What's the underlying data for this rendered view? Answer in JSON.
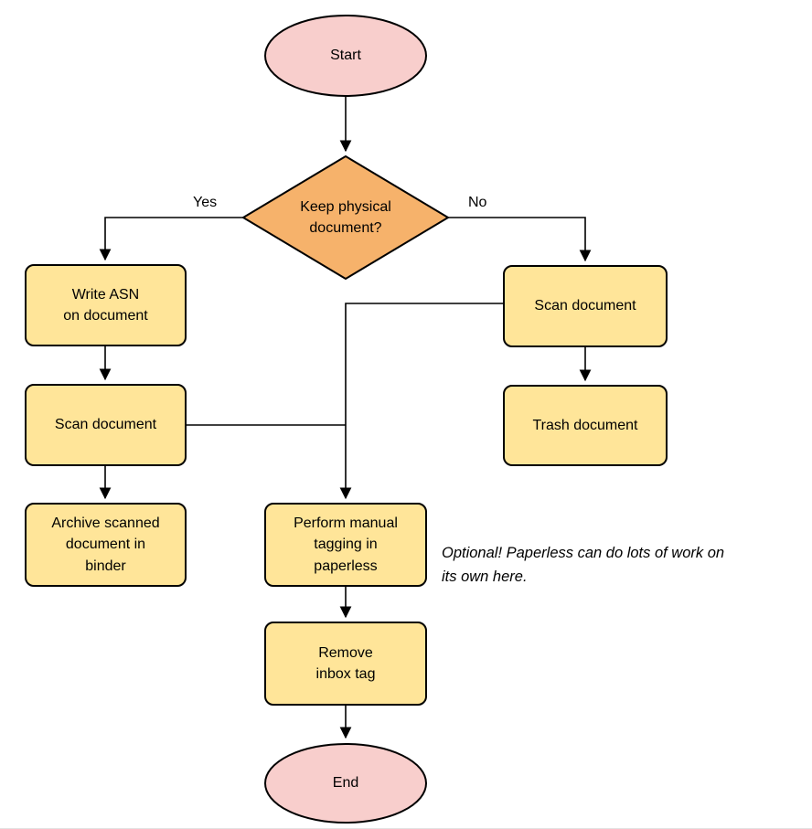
{
  "diagram": {
    "nodes": {
      "start": {
        "label": "Start"
      },
      "decision": {
        "label": "Keep physical\ndocument?"
      },
      "write_asn": {
        "label": "Write ASN\non document"
      },
      "scan_left": {
        "label": "Scan document"
      },
      "archive": {
        "label": "Archive scanned\ndocument in\nbinder"
      },
      "scan_right": {
        "label": "Scan document"
      },
      "trash": {
        "label": "Trash document"
      },
      "tagging": {
        "label": "Perform manual\ntagging in\npaperless"
      },
      "remove_inbox": {
        "label": "Remove\ninbox tag"
      },
      "end": {
        "label": "End"
      }
    },
    "edge_labels": {
      "yes": "Yes",
      "no": "No"
    },
    "annotation": "Optional! Paperless can do lots of work on\nits own here.",
    "colors": {
      "terminator_fill": "#f8cecc",
      "decision_fill": "#f6b26b",
      "process_fill": "#ffe599",
      "stroke": "#000000",
      "background": "#ffffff"
    }
  }
}
